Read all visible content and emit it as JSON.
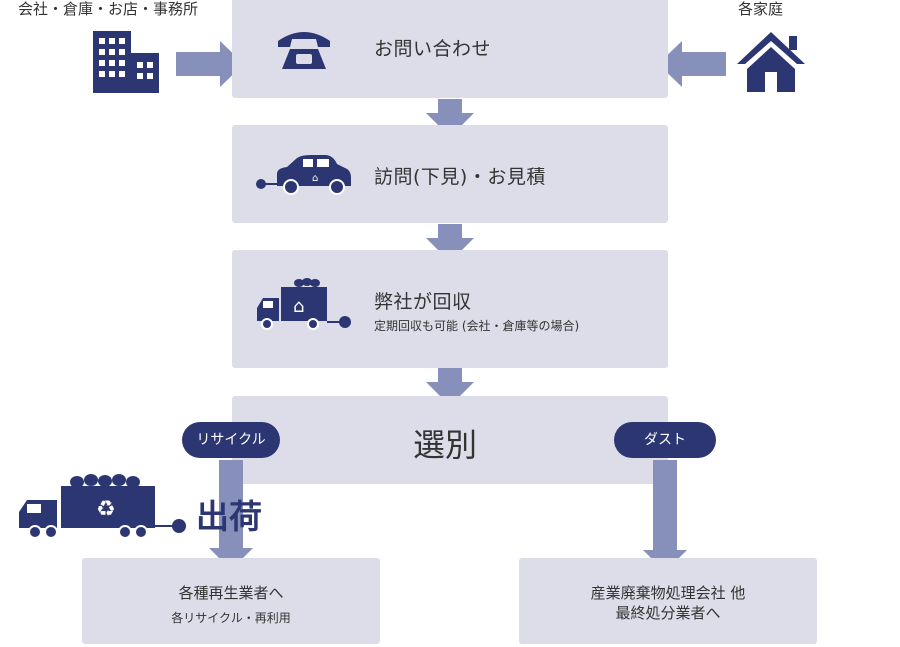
{
  "sources": {
    "left_label": "会社・倉庫・お店・事務所",
    "right_label": "各家庭"
  },
  "steps": [
    {
      "title": "お問い合わせ"
    },
    {
      "title": "訪問(下見)・お見積"
    },
    {
      "title": "弊社が回収",
      "subtitle": "定期回収も可能 (会社・倉庫等の場合)"
    },
    {
      "title": "選別"
    }
  ],
  "branches": {
    "recycle_label": "リサイクル",
    "dust_label": "ダスト",
    "shipping_label": "出荷"
  },
  "endpoints": [
    {
      "title": "各種再生業者へ",
      "subtitle": "各リサイクル・再利用"
    },
    {
      "title": "産業廃棄物処理会社 他",
      "subtitle": "最終処分業者へ"
    }
  ],
  "colors": {
    "navy": "#2c3673",
    "box": "#dcdde8",
    "arrow": "#8790bb"
  },
  "icons": [
    "building-icon",
    "phone-icon",
    "house-icon",
    "car-icon",
    "truck-icon",
    "recycle-truck-icon"
  ]
}
